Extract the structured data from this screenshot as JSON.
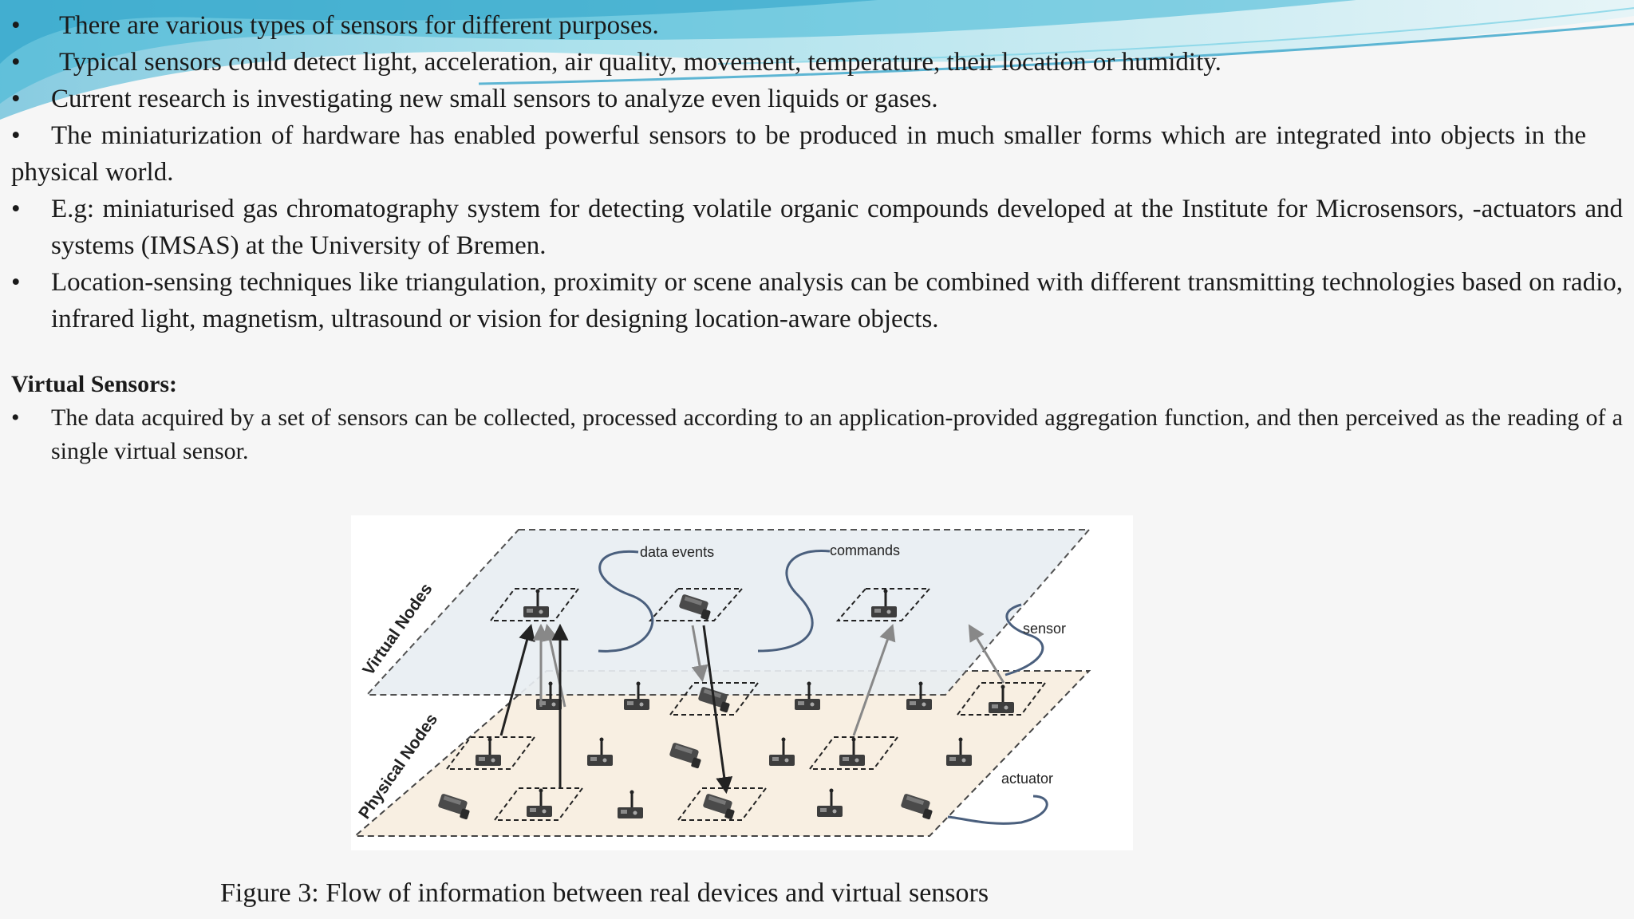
{
  "bullet_char": "•",
  "bullets": [
    "There are various types of sensors for different purposes.",
    "Typical sensors could detect light, acceleration, air quality, movement, temperature, their location or humidity.",
    "Current research is investigating new small sensors to analyze even liquids or gases.",
    "The miniaturization of hardware has enabled powerful sensors to be produced in much smaller forms which are integrated into objects in the physical world.",
    "E.g: miniaturised gas chromatography system for detecting volatile organic compounds developed at the Institute for Microsensors, -actuators and systems (IMSAS) at the University of Bremen.",
    "Location-sensing techniques like triangulation, proximity or scene analysis can be combined with different transmitting technologies based on radio, infrared light, magnetism, ultrasound or vision for designing location-aware objects."
  ],
  "virtual_sensors": {
    "heading": "Virtual Sensors:",
    "bullet": "The data acquired by a set of sensors can be collected, processed according to an application-provided aggregation function, and then perceived as the reading of a single virtual sensor."
  },
  "figure": {
    "labels": {
      "virtual_nodes": "Virtual Nodes",
      "physical_nodes": "Physical Nodes",
      "data_events": "data events",
      "commands": "commands",
      "sensor": "sensor",
      "actuator": "actuator"
    },
    "caption": "Figure 3:  Flow of information between real devices and virtual sensors"
  },
  "colors": {
    "background": "#f6f6f6",
    "wave_light": "#bfe9f2",
    "wave_mid": "#7fd3e6",
    "wave_dark": "#3fb6d6",
    "virtual_plane": "#e9eef2",
    "physical_plane": "#f8efe2"
  }
}
